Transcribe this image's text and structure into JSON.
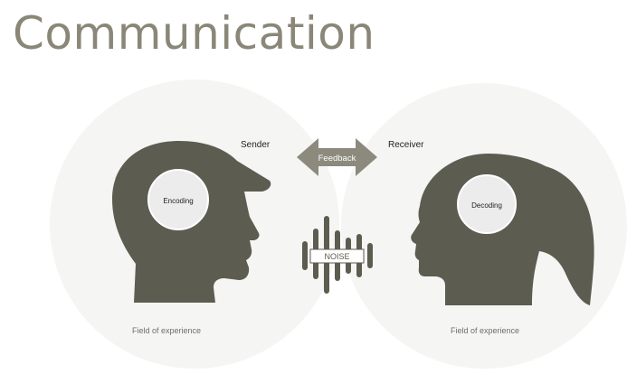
{
  "slide": {
    "title": "Communication"
  },
  "diagram": {
    "sender_label": "Sender",
    "receiver_label": "Receiver",
    "feedback_label": "Feedback",
    "noise_label": "NOISE",
    "sender_circle_label": "Encoding",
    "receiver_circle_label": "Decoding",
    "sender_field_label": "Field of experience",
    "receiver_field_label": "Field of experience"
  },
  "colors": {
    "title": "#8a8778",
    "silhouette": "#5d5c50",
    "feedback_arrow": "#8c8a7d",
    "field_circle": "#f5f5f4",
    "text": "#1f1f1f",
    "field_text": "#6e6e6e"
  }
}
